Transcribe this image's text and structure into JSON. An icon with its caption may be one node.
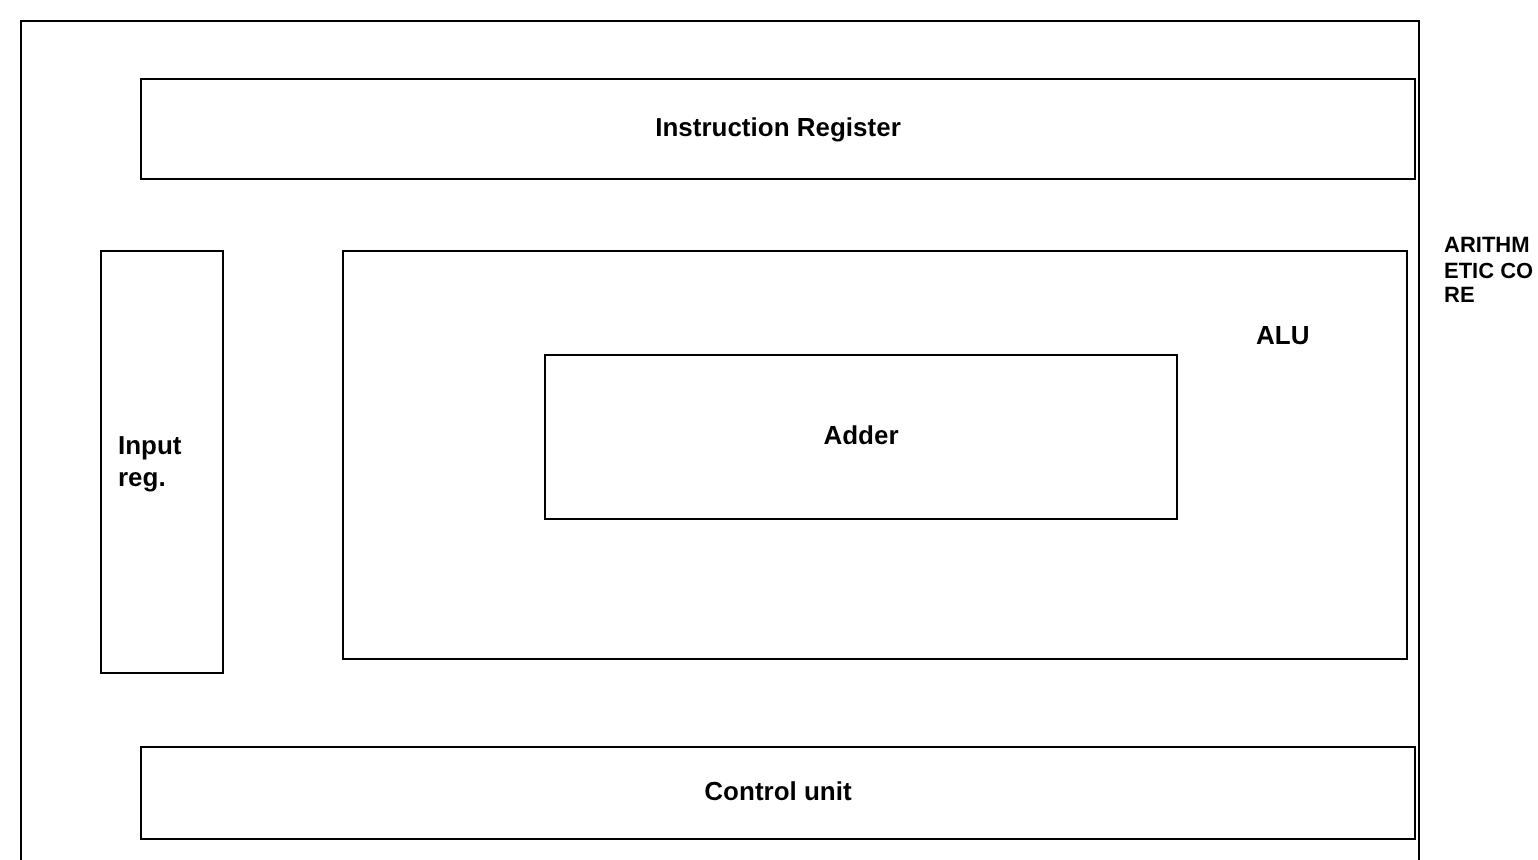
{
  "diagram": {
    "nodes": [
      {
        "text": [
          "ARITHMETIC CORE"
        ]
      },
      {
        "text": [
          "Instruction Register"
        ],
        "in": 0
      },
      {
        "text": [
          "Input reg."
        ],
        "in": 0
      },
      {
        "text": [
          "ALU"
        ],
        "in": 0
      },
      {
        "text": [
          "Adder"
        ],
        "in": 3
      },
      {
        "text": [
          "Control unit"
        ],
        "in": 0
      }
    ]
  }
}
